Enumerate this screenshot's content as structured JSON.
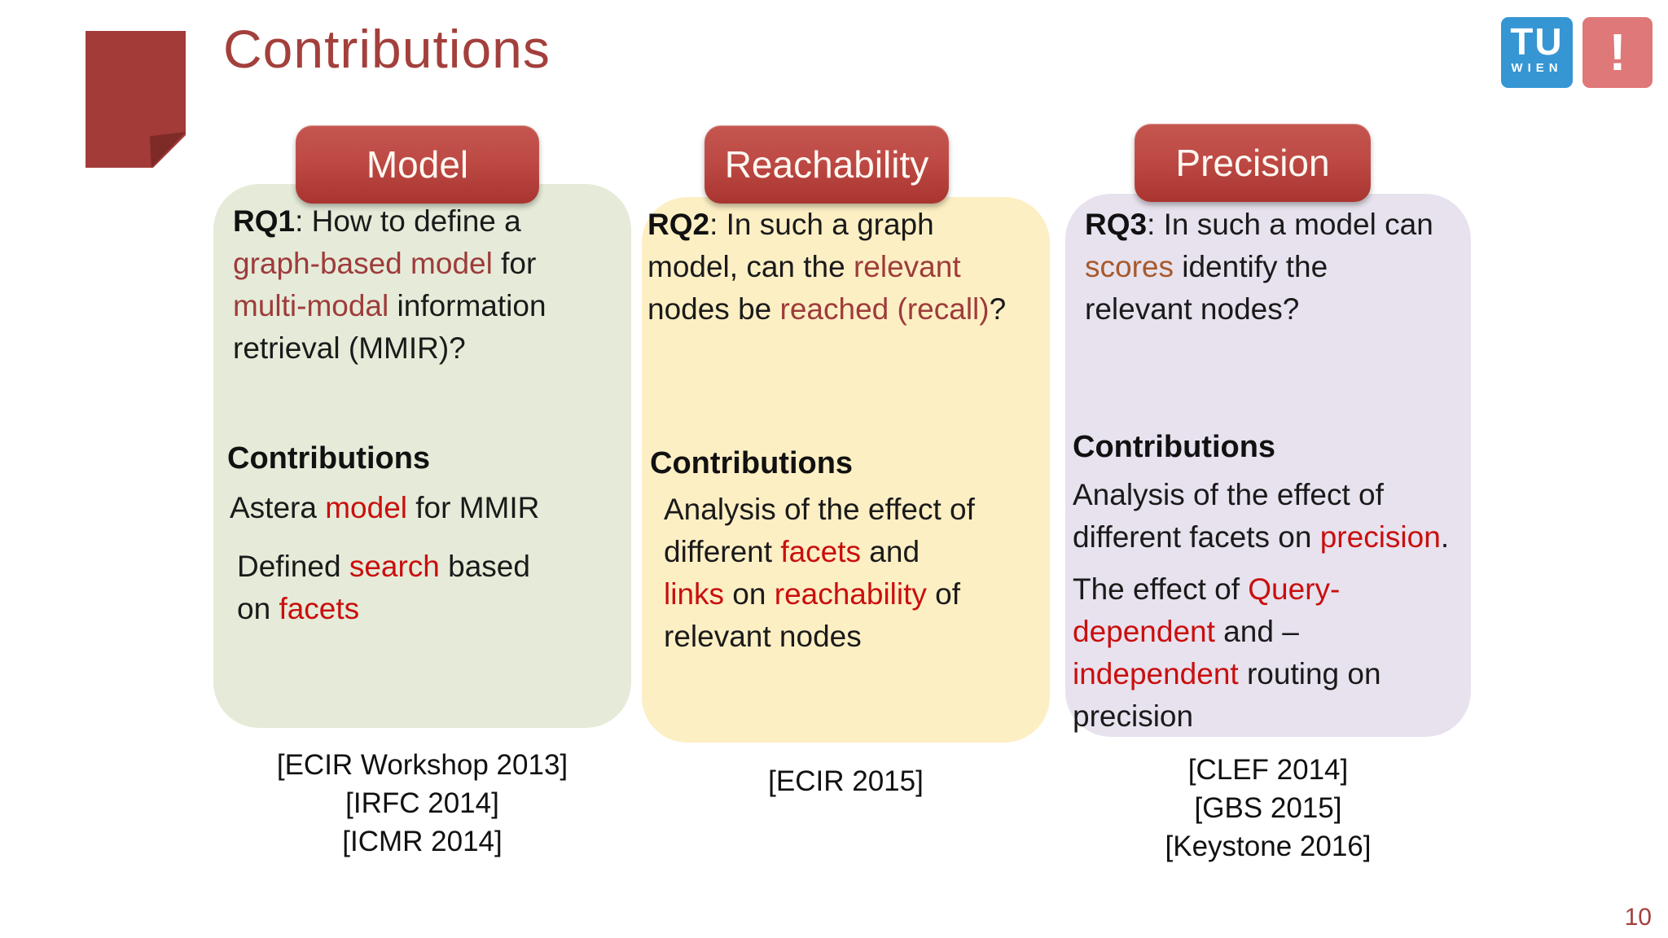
{
  "title": "Contributions",
  "page_number": "10",
  "logo": {
    "tu": "TU",
    "wien": "WIEN",
    "alert": "!"
  },
  "colors": {
    "title_red": "#A3403C",
    "header_gradient_top": "#C4564F",
    "header_gradient_bottom": "#A93530",
    "dark_red_highlight": "#9E3B3B",
    "bright_red_highlight": "#C90F0E",
    "sienna_highlight": "#A8592C",
    "model_box_bg": "#E5EBD8",
    "reachability_box_bg": "#FDEFC4",
    "precision_box_bg": "#E7E2EE",
    "logo_blue": "#3596D3",
    "logo_pink": "#DF7878"
  },
  "columns": [
    {
      "header": "Model",
      "rq": [
        {
          "t": "RQ1",
          "c": "bold"
        },
        {
          "t": ": How to define a\n"
        },
        {
          "t": "graph-based model",
          "c": "darkred"
        },
        {
          "t": " for\n"
        },
        {
          "t": "multi-modal",
          "c": "darkred"
        },
        {
          "t": " information\nretrieval (MMIR)?"
        }
      ],
      "heading": "Contributions",
      "items": [
        [
          {
            "t": "Astera "
          },
          {
            "t": "model",
            "c": "red"
          },
          {
            "t": " for MMIR"
          }
        ],
        [
          {
            "t": "Defined "
          },
          {
            "t": "search",
            "c": "red"
          },
          {
            "t": " based\non "
          },
          {
            "t": "facets",
            "c": "red"
          }
        ]
      ],
      "citations": [
        "[ECIR Workshop 2013]",
        "[IRFC 2014]",
        "[ICMR 2014]"
      ]
    },
    {
      "header": "Reachability",
      "rq": [
        {
          "t": "RQ2",
          "c": "bold"
        },
        {
          "t": ": In such a graph\nmodel, can the "
        },
        {
          "t": "relevant",
          "c": "darkred"
        },
        {
          "t": "\nnodes be "
        },
        {
          "t": "reached (recall)",
          "c": "darkred"
        },
        {
          "t": "?"
        }
      ],
      "heading": "Contributions",
      "items": [
        [
          {
            "t": "Analysis of the effect of\ndifferent "
          },
          {
            "t": "facets",
            "c": "red"
          },
          {
            "t": " and\n"
          },
          {
            "t": "links",
            "c": "red"
          },
          {
            "t": " on "
          },
          {
            "t": "reachability",
            "c": "red"
          },
          {
            "t": " of\nrelevant nodes"
          }
        ]
      ],
      "citations": [
        "[ECIR 2015]"
      ]
    },
    {
      "header": "Precision",
      "rq": [
        {
          "t": "RQ3",
          "c": "bold"
        },
        {
          "t": ": In such a model can\n"
        },
        {
          "t": "scores",
          "c": "sienna"
        },
        {
          "t": " identify the\nrelevant nodes?"
        }
      ],
      "heading": "Contributions",
      "items": [
        [
          {
            "t": "Analysis of the effect of\ndifferent facets on "
          },
          {
            "t": "precision",
            "c": "red"
          },
          {
            "t": "."
          }
        ],
        [
          {
            "t": "The effect of "
          },
          {
            "t": "Query-\ndependent",
            "c": "red"
          },
          {
            "t": " and –\n"
          },
          {
            "t": "independent",
            "c": "red"
          },
          {
            "t": " routing on\nprecision"
          }
        ]
      ],
      "citations": [
        "[CLEF 2014]",
        "[GBS 2015]",
        "[Keystone 2016]"
      ]
    }
  ]
}
